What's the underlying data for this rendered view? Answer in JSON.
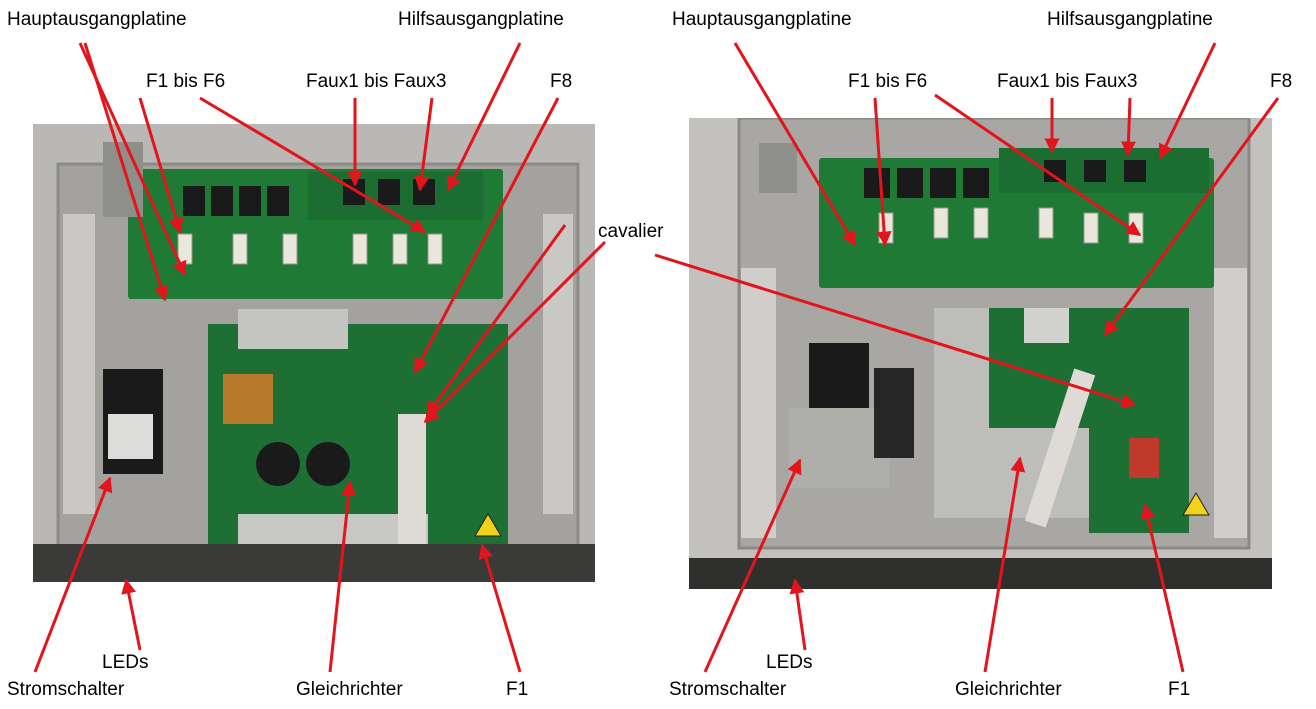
{
  "colors": {
    "arrow": "#e3141b",
    "chassis": "#a9a9a7",
    "pcb": "#1e7a35"
  },
  "left_figure": {
    "labels": {
      "main_output_board": "Hauptausgangplatine",
      "aux_output_board": "Hilfsausgangplatine",
      "fuses_f1_f6": "F1 bis F6",
      "fuses_faux": "Faux1 bis Faux3",
      "fuse_f8": "F8",
      "leds": "LEDs",
      "power_switch": "Stromschalter",
      "rectifier": "Gleichrichter",
      "fuse_f1": "F1"
    }
  },
  "right_figure": {
    "labels": {
      "main_output_board": "Hauptausgangplatine",
      "aux_output_board": "Hilfsausgangplatine",
      "fuses_f1_f6": "F1 bis F6",
      "fuses_faux": "Faux1 bis Faux3",
      "fuse_f8": "F8",
      "jumper": "cavalier",
      "leds": "LEDs",
      "power_switch": "Stromschalter",
      "rectifier": "Gleichrichter",
      "fuse_f1": "F1"
    }
  }
}
